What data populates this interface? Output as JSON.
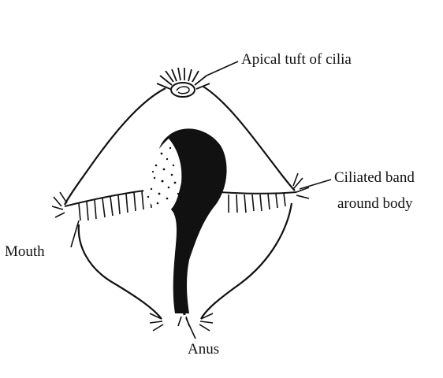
{
  "diagram": {
    "labels": {
      "apical_tuft": "Apical tuft of cilia",
      "ciliated_band_line1": "Ciliated band",
      "ciliated_band_line2": "around body",
      "mouth": "Mouth",
      "anus": "Anus"
    },
    "colors": {
      "ink": "#111111",
      "background": "#ffffff"
    }
  }
}
